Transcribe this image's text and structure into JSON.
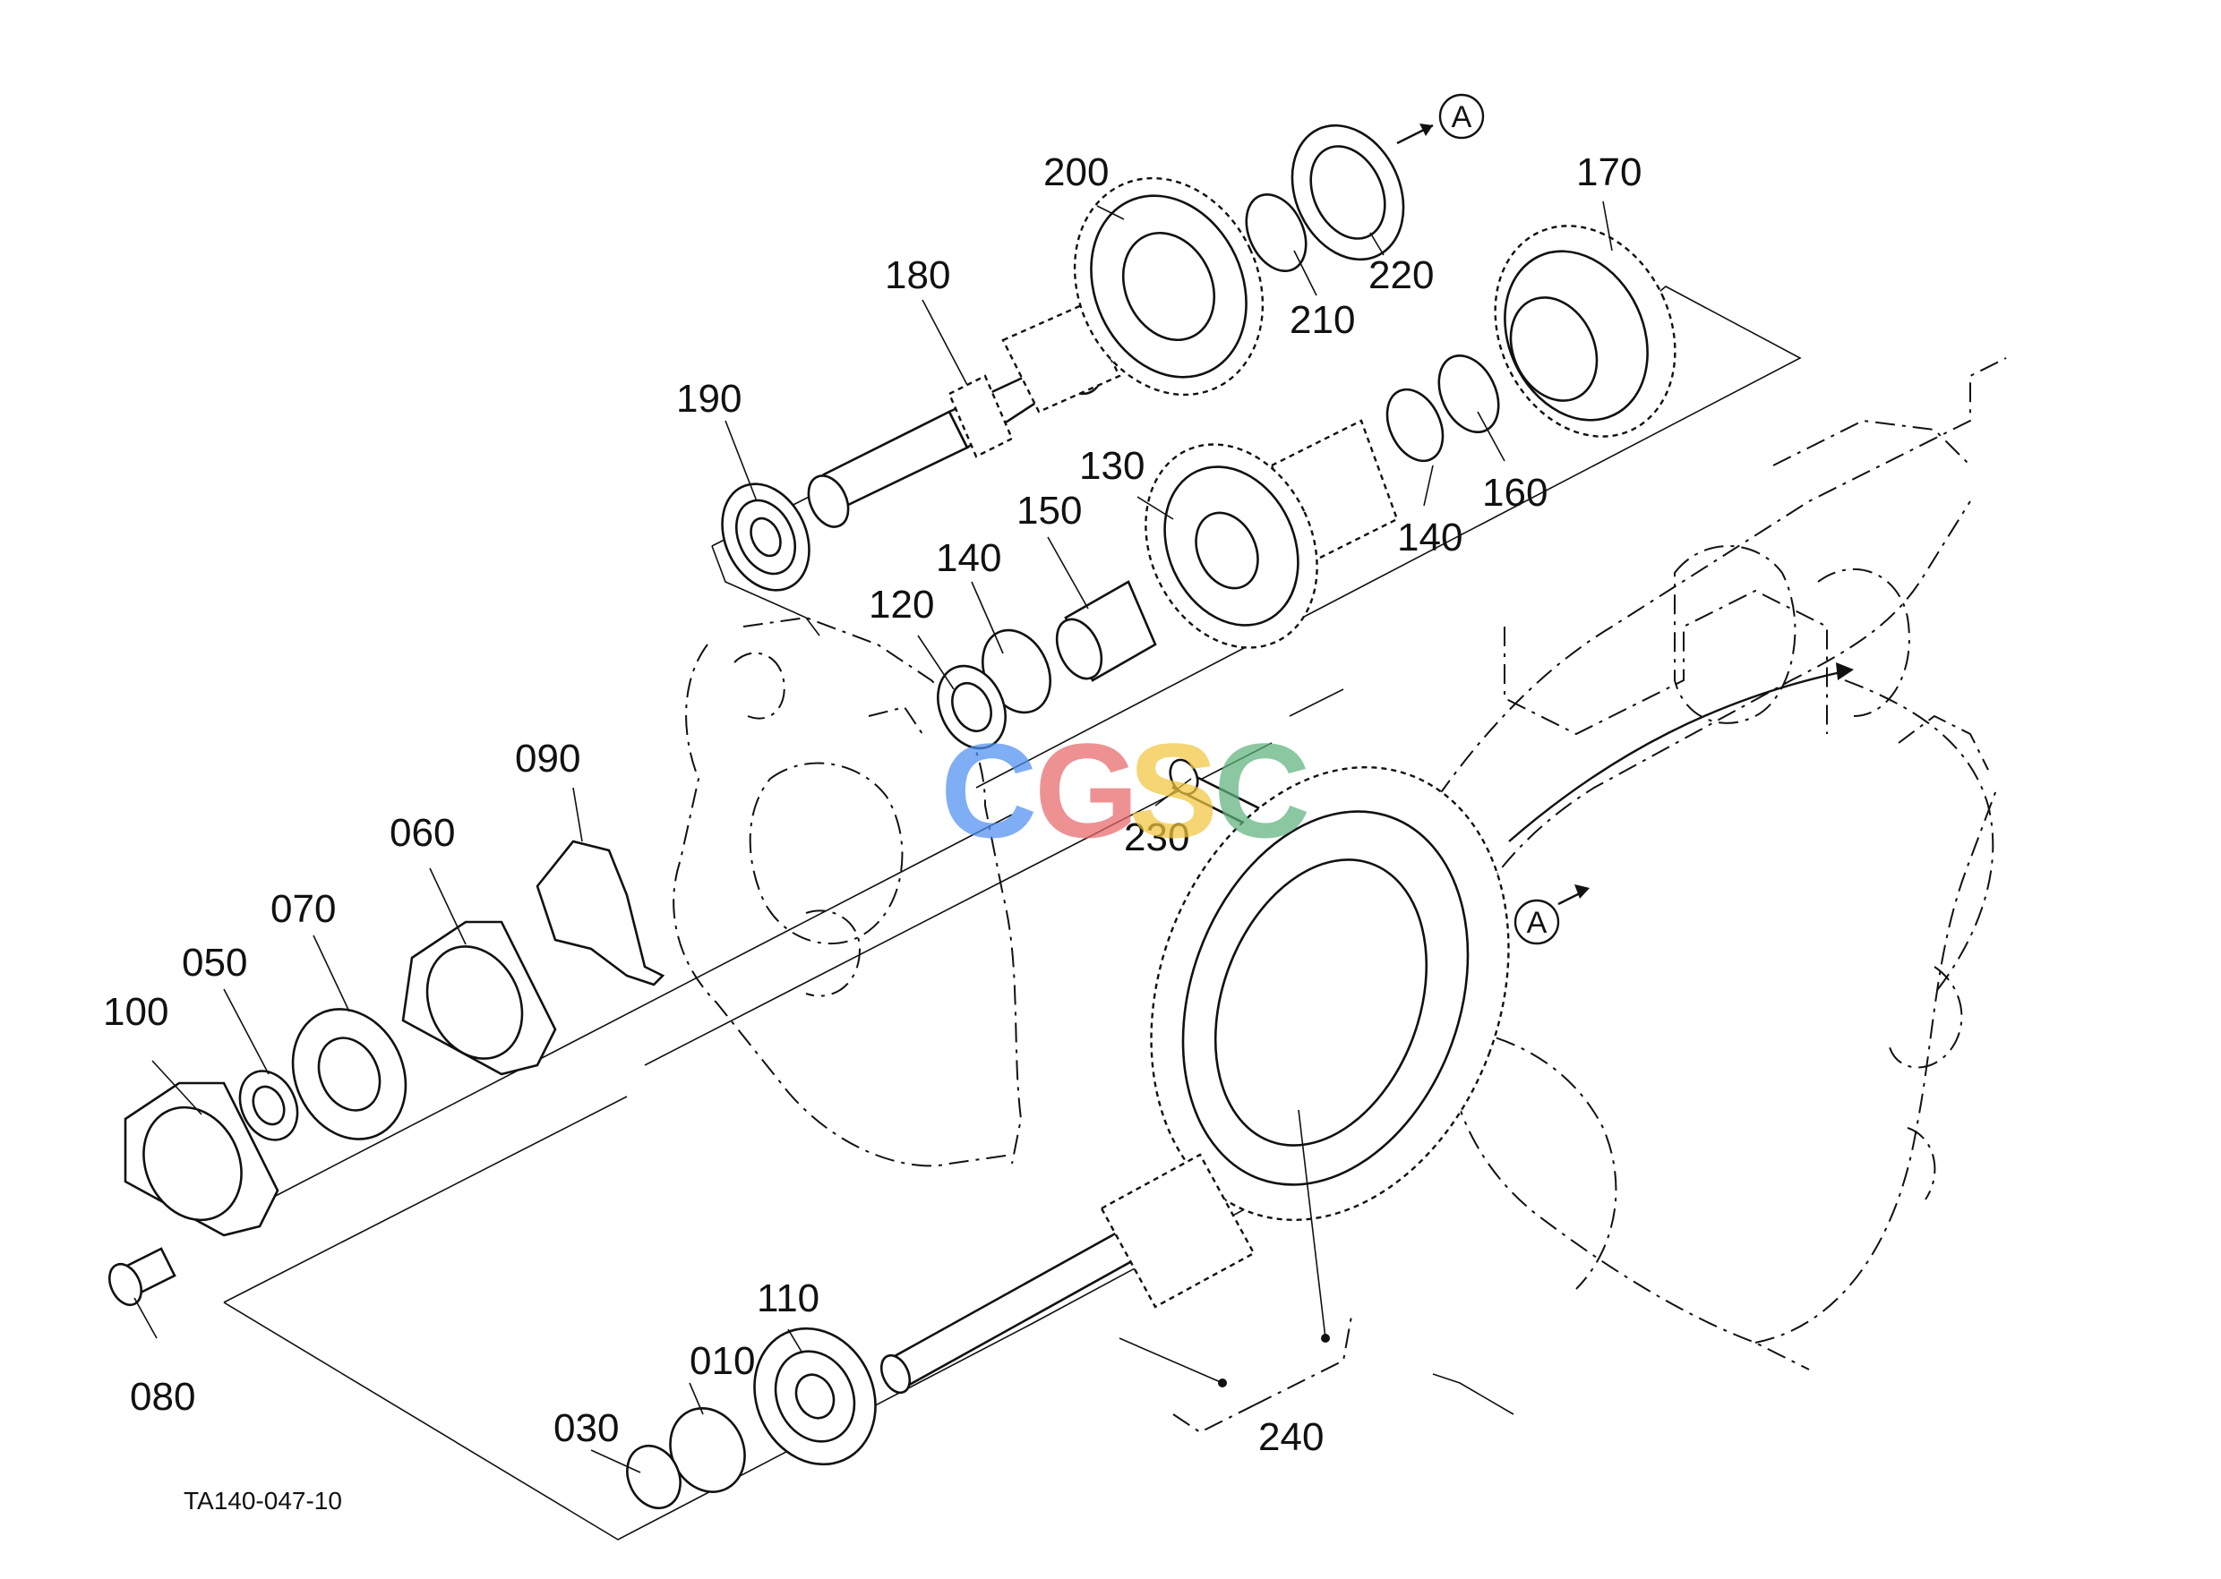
{
  "drawing": {
    "ref_code": "TA140-047-10",
    "callout_letter": "A",
    "watermark": {
      "letters": [
        "C",
        "G",
        "S",
        "C"
      ],
      "colors": [
        "#4f8ff0",
        "#e8676a",
        "#f2c63f",
        "#5fb27d"
      ]
    },
    "parts": [
      {
        "label": "010"
      },
      {
        "label": "030"
      },
      {
        "label": "050"
      },
      {
        "label": "060"
      },
      {
        "label": "070"
      },
      {
        "label": "080"
      },
      {
        "label": "090"
      },
      {
        "label": "100"
      },
      {
        "label": "110"
      },
      {
        "label": "120"
      },
      {
        "label": "130"
      },
      {
        "label": "140"
      },
      {
        "label": "140"
      },
      {
        "label": "150"
      },
      {
        "label": "160"
      },
      {
        "label": "170"
      },
      {
        "label": "180"
      },
      {
        "label": "190"
      },
      {
        "label": "200"
      },
      {
        "label": "210"
      },
      {
        "label": "220"
      },
      {
        "label": "230"
      },
      {
        "label": "240"
      }
    ]
  }
}
